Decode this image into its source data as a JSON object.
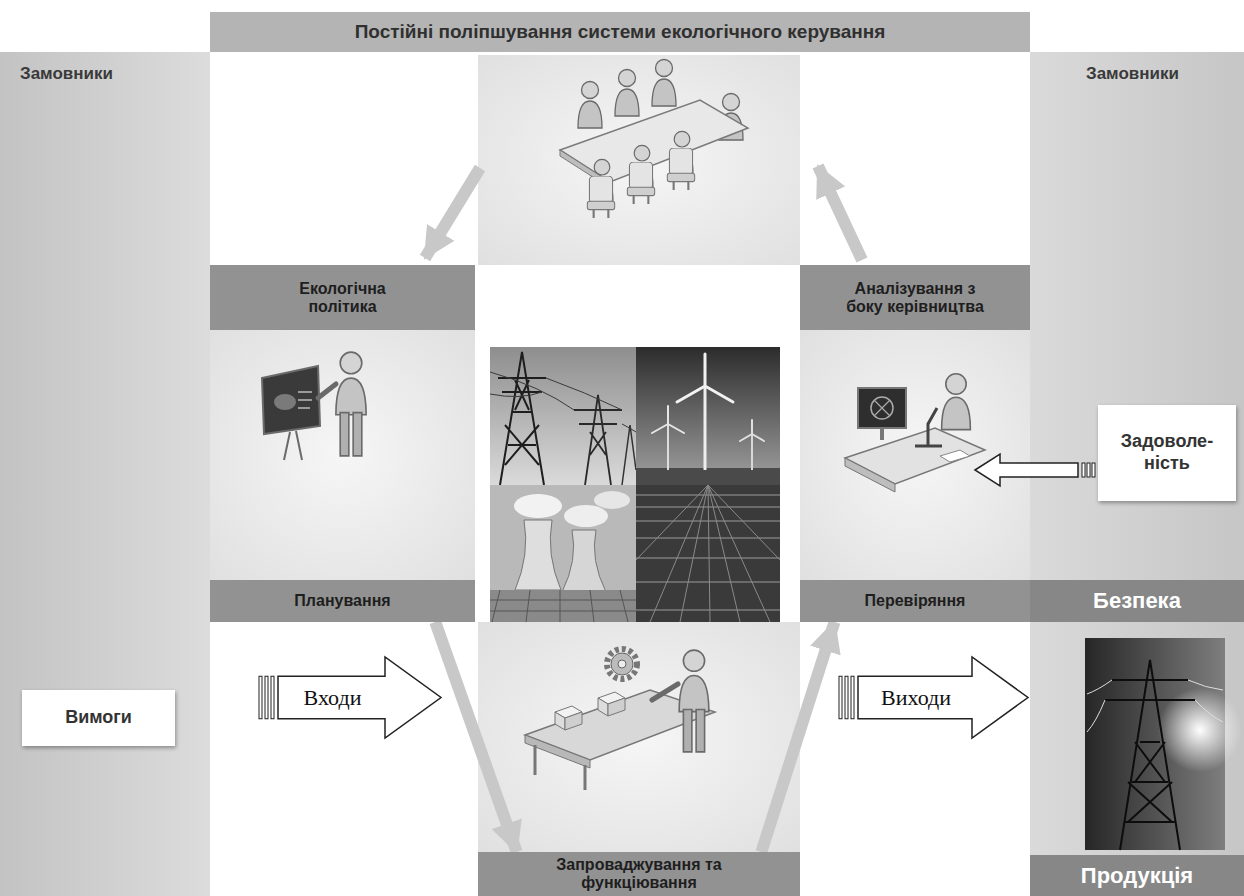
{
  "diagram": {
    "nodes": [
      {
        "text": [
          "Постійні поліпшування системи екологічного керування"
        ]
      },
      {
        "text": [
          "Замовники"
        ]
      },
      {
        "text": [
          "Замовники"
        ]
      },
      {
        "text": [
          "Екологічна політика"
        ]
      },
      {
        "text": [
          "Аналізування з боку керівництва"
        ]
      },
      {
        "text": [
          "Задоволе- ність"
        ],
        "in": 2
      },
      {
        "text": [
          "Планування"
        ]
      },
      {
        "text": [
          "Перевіряння"
        ]
      },
      {
        "text": [
          "Безпека"
        ],
        "in": 2
      },
      {
        "text": [
          "Вимоги"
        ],
        "in": 1
      },
      {
        "text": [
          "Входи"
        ]
      },
      {
        "text": [
          "Виходи"
        ]
      },
      {
        "text": [
          "Запроваджування та функціювання"
        ]
      },
      {
        "text": [
          "Продукція"
        ],
        "in": 2
      }
    ],
    "edges": [
      {
        "from": 6,
        "to": 12,
        "arrow": "to"
      },
      {
        "from": 12,
        "to": 7,
        "arrow": "to"
      }
    ]
  }
}
